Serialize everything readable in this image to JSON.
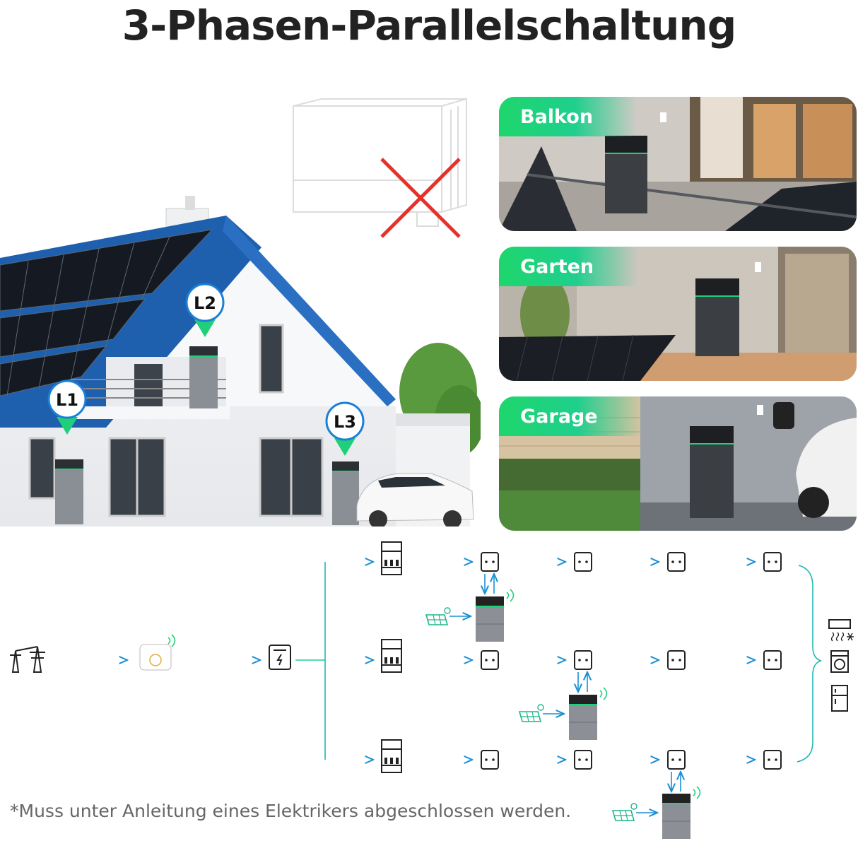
{
  "title": "3-Phasen-Parallelschaltung",
  "house_pins": [
    "L1",
    "L2",
    "L3"
  ],
  "cards": [
    {
      "label": "Balkon"
    },
    {
      "label": "Garten"
    },
    {
      "label": "Garage"
    }
  ],
  "footnote": "*Muss unter Anleitung eines Elektrikers abgeschlossen werden.",
  "colors": {
    "accent": "#1fcf7a",
    "arrow": "#1a8fd6",
    "cross": "#e8302a",
    "roof": "#1e5fae"
  },
  "icons": {
    "grid": "power-tower-icon",
    "meter": "smart-meter-icon",
    "breaker": "fuse-box-icon",
    "outlet": "socket-icon",
    "battery": "battery-storage-icon",
    "solar": "solar-panel-icon",
    "appliances": [
      "air-conditioner-icon",
      "washing-machine-icon",
      "fridge-icon"
    ]
  }
}
